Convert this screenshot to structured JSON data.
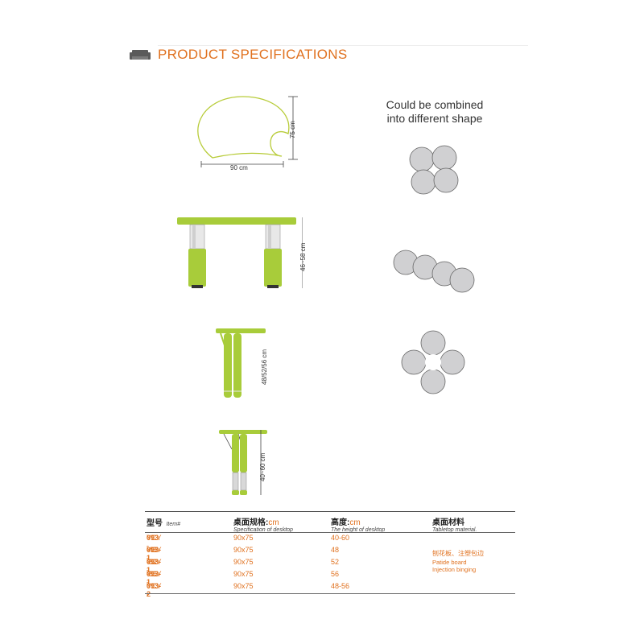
{
  "header": {
    "title": "PRODUCT SPECIFICATIONS",
    "icon": "sofa-icon"
  },
  "top_view": {
    "width_label": "90 cm",
    "height_label": "75 cm"
  },
  "combine": {
    "line1": "Could be combined",
    "line2": "into different shape"
  },
  "side_views": [
    {
      "height_label": "46~58 cm"
    },
    {
      "height_label": "48/52/56 cm"
    },
    {
      "height_label": "40~60 cm"
    }
  ],
  "table": {
    "headers": {
      "item_cn": "型号",
      "item_en": "Item#",
      "spec_cn": "桌面规格:",
      "spec_unit": "cm",
      "spec_en": "Specification of desktop",
      "height_cn": "高度:",
      "height_unit": "cm",
      "height_en": "The height of desktop",
      "material_cn": "桌面材料",
      "material_en": "Tabletop material."
    },
    "rows": [
      {
        "prefix": "YCY - ",
        "code": "093",
        "suffix": "",
        "spec": "90x75",
        "height": "40-60"
      },
      {
        "prefix": "YCY - ",
        "code": "093-1",
        "suffix": "-48",
        "spec": "90x75",
        "height": "48"
      },
      {
        "prefix": "YCY - ",
        "code": "093-1",
        "suffix": "-52",
        "spec": "90x75",
        "height": "52"
      },
      {
        "prefix": "YCY - ",
        "code": "093-1",
        "suffix": "-56",
        "spec": "90x75",
        "height": "56"
      },
      {
        "prefix": "YCY - ",
        "code": "093-2",
        "suffix": "",
        "spec": "90x75",
        "height": "48-56"
      }
    ],
    "material": {
      "cn": "刨花板、注塑包边",
      "en1": "Patide board",
      "en2": "Injection binging"
    }
  },
  "colors": {
    "accent": "#e0711f",
    "lime": "#a8cc3a",
    "tile": "#d0d0d2"
  }
}
